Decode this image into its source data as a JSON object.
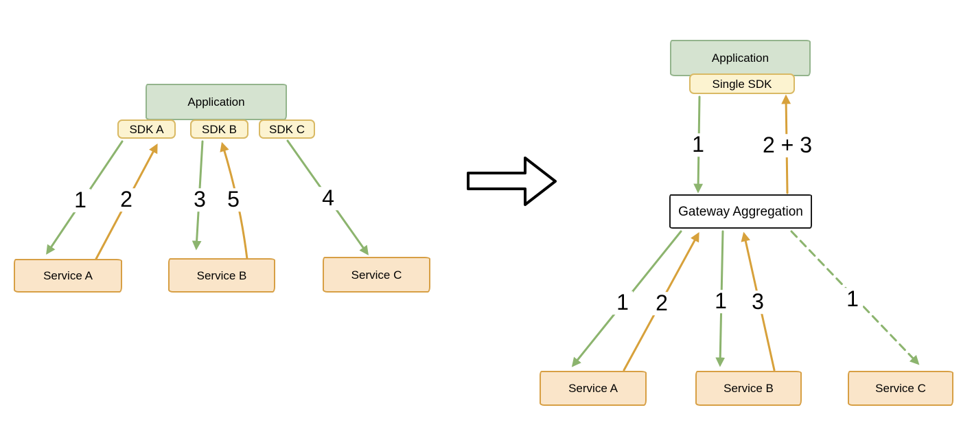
{
  "colors": {
    "box_green_fill": "#d5e3d0",
    "box_green_border": "#93b48c",
    "box_yellow_fill": "#fcf3d0",
    "box_yellow_border": "#d9b964",
    "box_peach_fill": "#fae5c9",
    "box_peach_border": "#d79f44",
    "gateway_fill": "#ffffff",
    "gateway_border": "#1a1a1a",
    "arrow_green": "#8cb46e",
    "arrow_orange": "#d7a13b",
    "transform_arrow_outline": "#000000",
    "label_text": "#000000"
  },
  "left_panel": {
    "application": "Application",
    "sdks": [
      "SDK A",
      "SDK B",
      "SDK C"
    ],
    "services": [
      "Service A",
      "Service B",
      "Service C"
    ],
    "edge_labels": {
      "service_a_request": "1",
      "service_a_response": "2",
      "service_b_request": "3",
      "service_b_response": "5",
      "service_c_request": "4"
    }
  },
  "right_panel": {
    "application": "Application",
    "sdk": "Single SDK",
    "gateway": "Gateway Aggregation",
    "services": [
      "Service A",
      "Service B",
      "Service C"
    ],
    "edge_labels": {
      "sdk_to_gateway": "1",
      "gateway_to_sdk": "2 + 3",
      "service_a_request": "1",
      "service_a_response": "2",
      "service_b_request": "1",
      "service_b_response": "3",
      "service_c_request": "1"
    }
  }
}
